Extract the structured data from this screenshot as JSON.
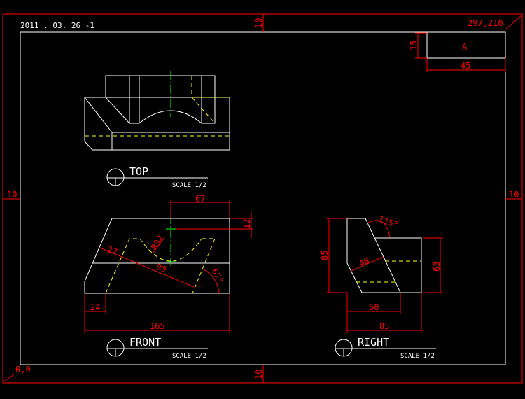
{
  "sheet": {
    "date_label": "2011 . 03. 26 -1",
    "size_label": "297,210",
    "origin_label": "0,0",
    "margins": {
      "top": "10",
      "bottom": "10",
      "left": "10",
      "right": "10"
    }
  },
  "title_block": {
    "letter": "A",
    "height_dim": "15",
    "width_dim": "45"
  },
  "views": {
    "top": {
      "label": "TOP",
      "scale": "SCALE 1/2"
    },
    "front": {
      "label": "FRONT",
      "scale": "SCALE 1/2",
      "dims": {
        "d67": "67",
        "d12": "12",
        "r32": "R32",
        "d27": "27",
        "d90": "90",
        "a67": "67°",
        "d24": "24",
        "d165": "165"
      }
    },
    "right": {
      "label": "RIGHT",
      "scale": "SCALE 1/2",
      "dims": {
        "d85v": "85",
        "d63": "63",
        "a115": "115°",
        "d40": "40",
        "d60": "60",
        "d85h": "85"
      }
    }
  },
  "colors": {
    "outline": "#ffffff",
    "dimension": "#ff0000",
    "hidden": "#ffff00",
    "center": "#00ff00"
  }
}
